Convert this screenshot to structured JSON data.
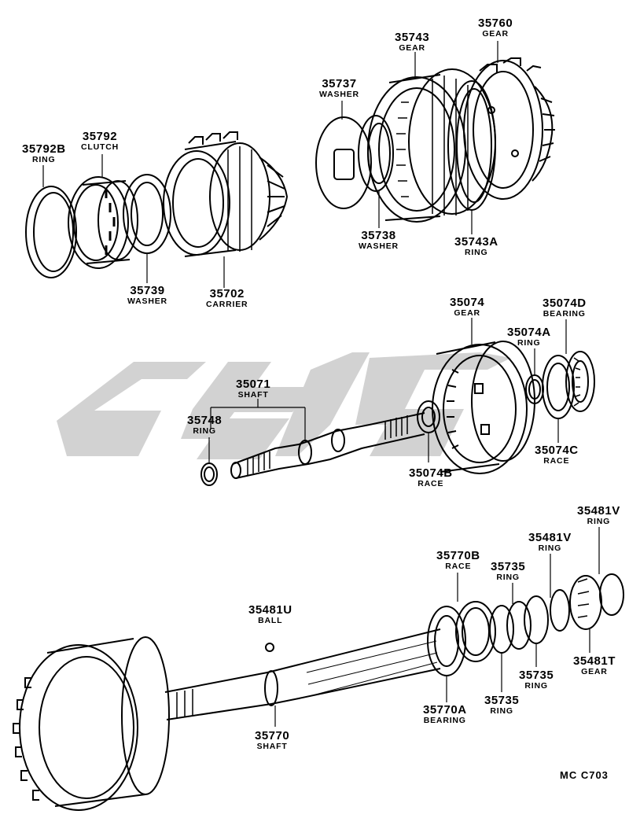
{
  "diagram": {
    "code": "MC C703",
    "parts": [
      {
        "id": "p35792B",
        "number": "35792B",
        "name": "RING"
      },
      {
        "id": "p35792",
        "number": "35792",
        "name": "CLUTCH"
      },
      {
        "id": "p35739",
        "number": "35739",
        "name": "WASHER"
      },
      {
        "id": "p35702",
        "number": "35702",
        "name": "CARRIER"
      },
      {
        "id": "p35737",
        "number": "35737",
        "name": "WASHER"
      },
      {
        "id": "p35738",
        "number": "35738",
        "name": "WASHER"
      },
      {
        "id": "p35743",
        "number": "35743",
        "name": "GEAR"
      },
      {
        "id": "p35760",
        "number": "35760",
        "name": "GEAR"
      },
      {
        "id": "p35743A",
        "number": "35743A",
        "name": "RING"
      },
      {
        "id": "p35074",
        "number": "35074",
        "name": "GEAR"
      },
      {
        "id": "p35074D",
        "number": "35074D",
        "name": "BEARING"
      },
      {
        "id": "p35074A",
        "number": "35074A",
        "name": "RING"
      },
      {
        "id": "p35074C",
        "number": "35074C",
        "name": "RACE"
      },
      {
        "id": "p35074B",
        "number": "35074B",
        "name": "RACE"
      },
      {
        "id": "p35071",
        "number": "35071",
        "name": "SHAFT"
      },
      {
        "id": "p35748",
        "number": "35748",
        "name": "RING"
      },
      {
        "id": "p35481V_a",
        "number": "35481V",
        "name": "RING"
      },
      {
        "id": "p35481V_b",
        "number": "35481V",
        "name": "RING"
      },
      {
        "id": "p35770B",
        "number": "35770B",
        "name": "RACE"
      },
      {
        "id": "p35735_a",
        "number": "35735",
        "name": "RING"
      },
      {
        "id": "p35481U",
        "number": "35481U",
        "name": "BALL"
      },
      {
        "id": "p35481T",
        "number": "35481T",
        "name": "GEAR"
      },
      {
        "id": "p35735_b",
        "number": "35735",
        "name": "RING"
      },
      {
        "id": "p35735_c",
        "number": "35735",
        "name": "RING"
      },
      {
        "id": "p35770A",
        "number": "35770A",
        "name": "BEARING"
      },
      {
        "id": "p35770",
        "number": "35770",
        "name": "SHAFT"
      }
    ]
  }
}
